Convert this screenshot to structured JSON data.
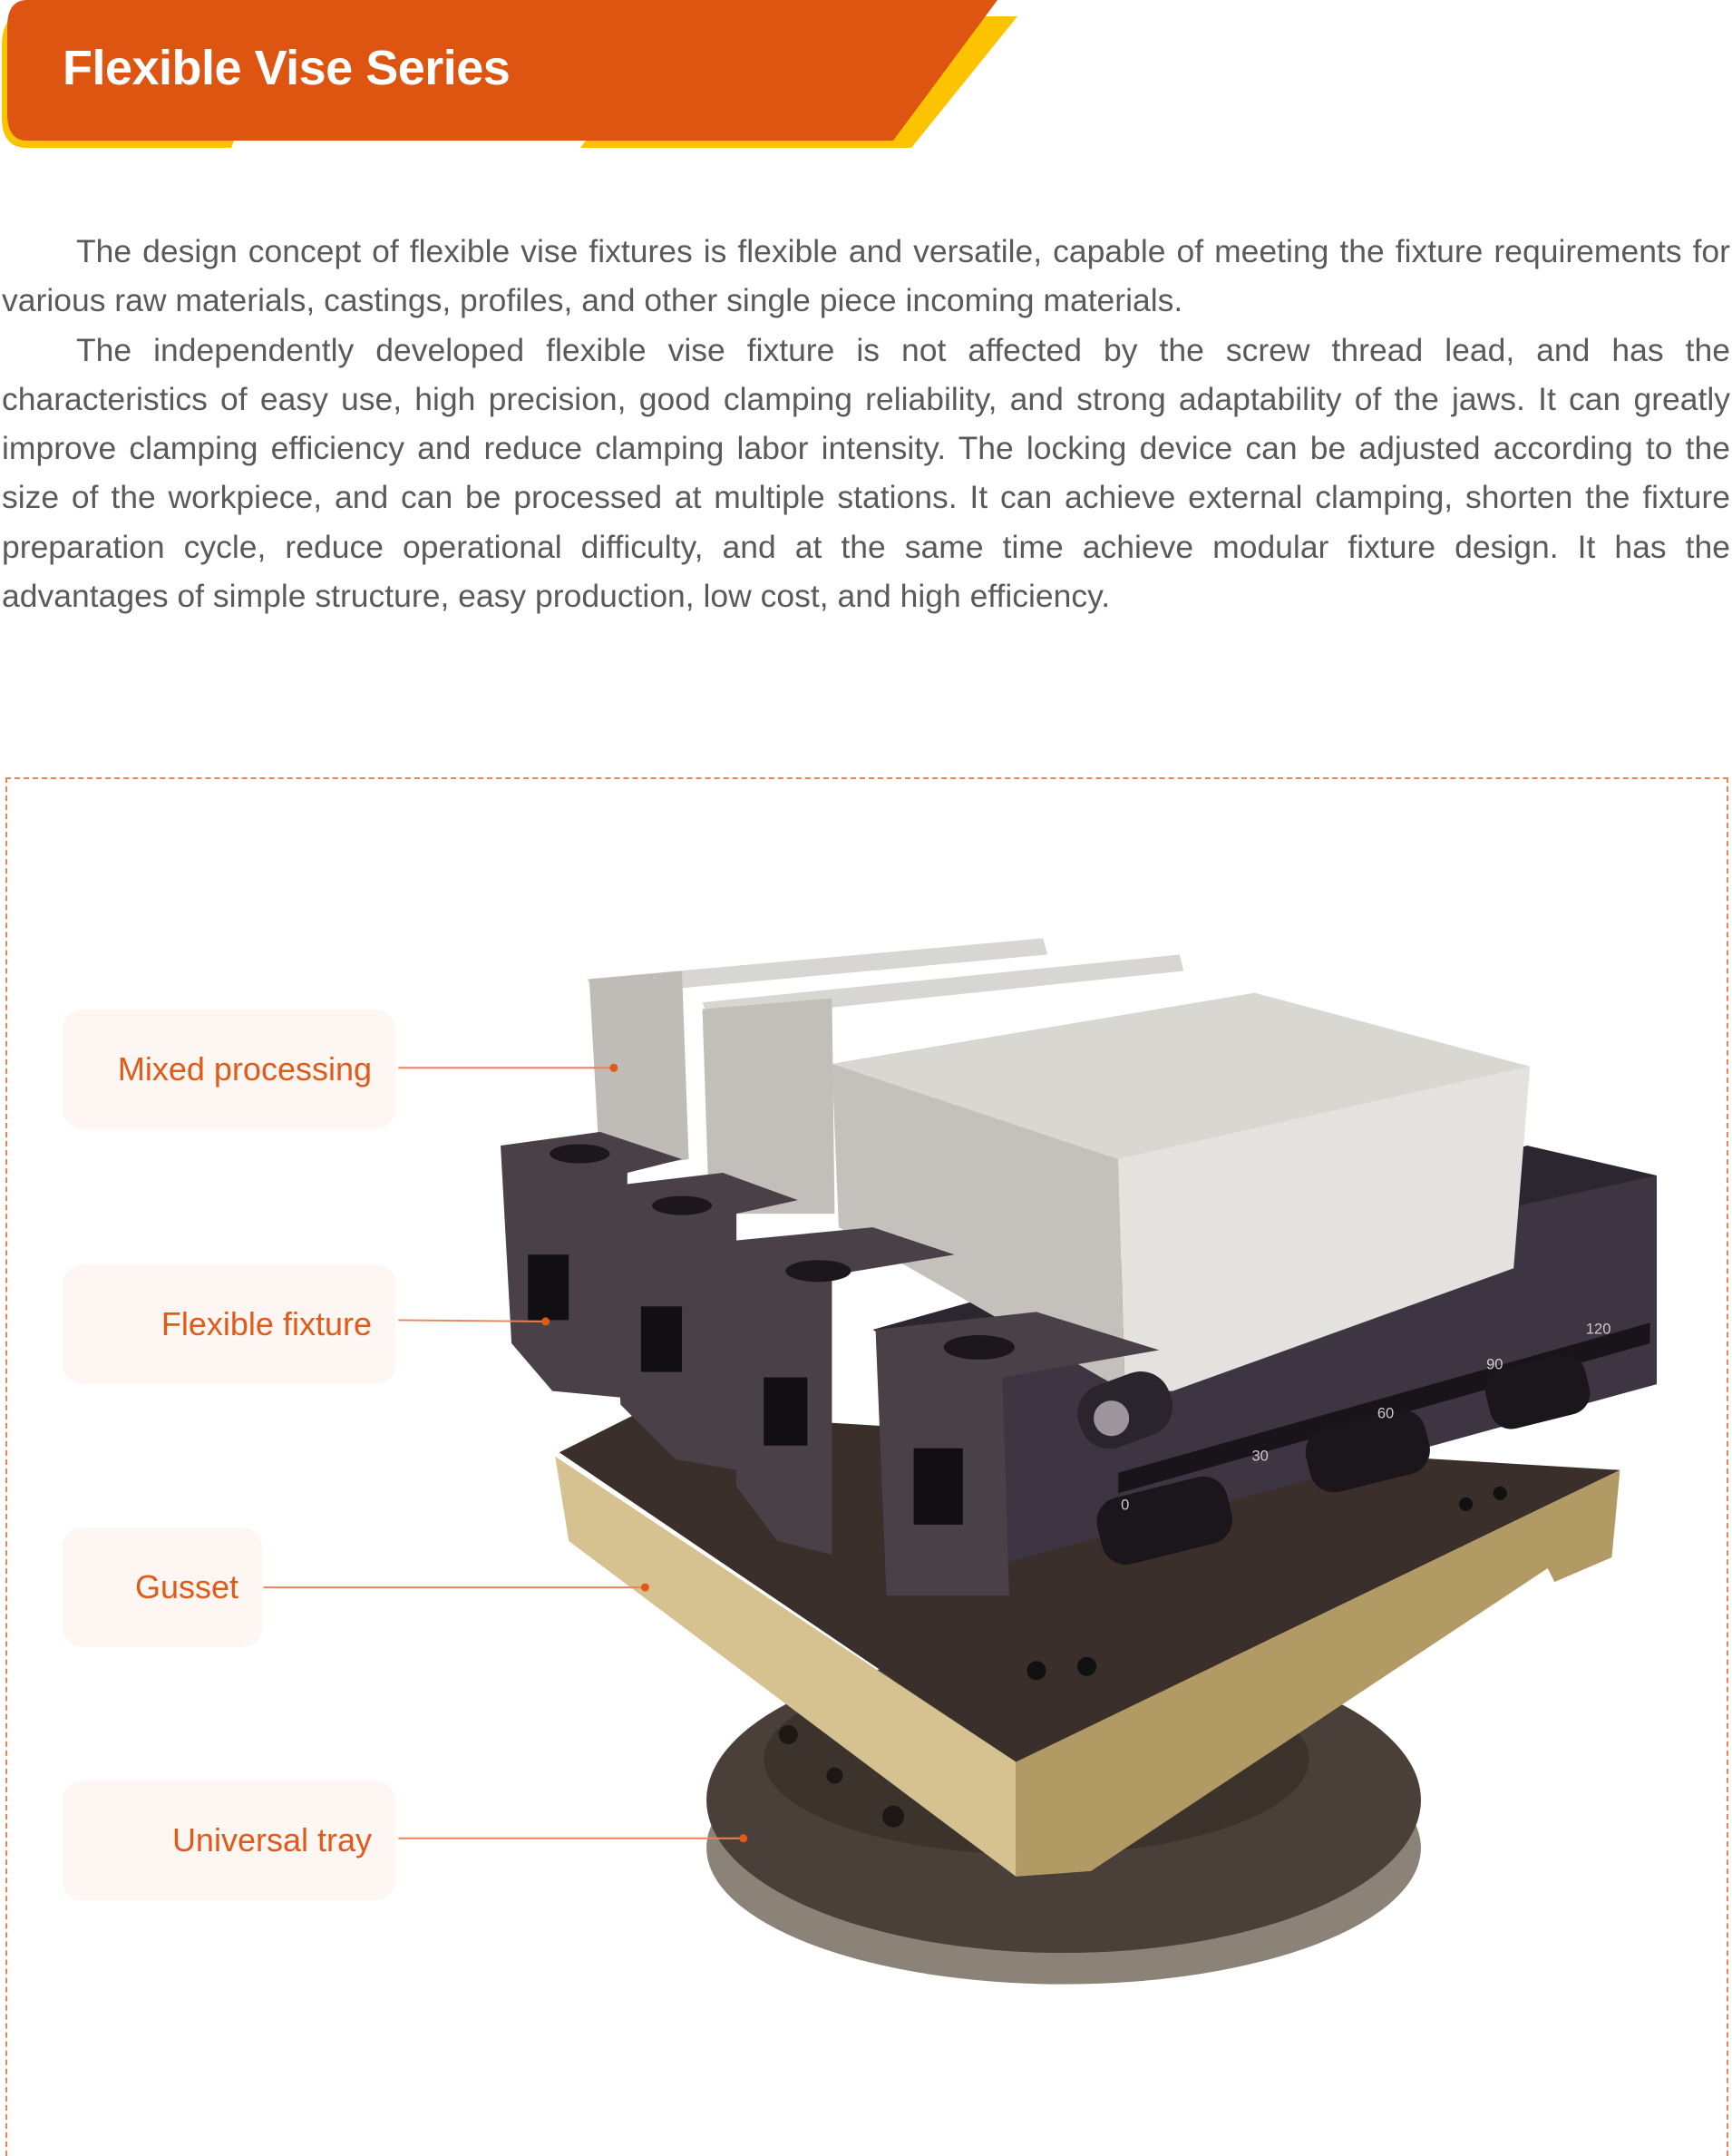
{
  "header": {
    "title": "Flexible Vise Series"
  },
  "intro": {
    "paragraphs": [
      "The design concept of flexible vise fixtures is flexible and versatile, capable of meeting the fixture requirements for various raw materials, castings, profiles, and other single piece incoming materials.",
      "The independently developed flexible vise fixture is not affected by the screw thread lead, and has the characteristics of easy use, high precision, good clamping reliability, and strong adaptability of the jaws. It can greatly improve clamping efficiency and reduce clamping labor intensity. The locking device can be adjusted according to the size of the workpiece, and can be processed at multiple stations. It can achieve external clamping, shorten the fixture preparation cycle, reduce operational difficulty, and at the same time achieve modular fixture design. It has the advantages of simple structure, easy production, low cost, and high efficiency."
    ]
  },
  "diagram": {
    "labels": [
      "Mixed processing",
      "Flexible fixture",
      "Gusset",
      "Universal tray"
    ],
    "scale_marks": [
      "0",
      "30",
      "60",
      "90",
      "120"
    ]
  },
  "colors": {
    "accent": "#dd5511",
    "shadow": "#fcc300",
    "label_text": "#e05a18",
    "label_bg": "#fdf6f2"
  }
}
